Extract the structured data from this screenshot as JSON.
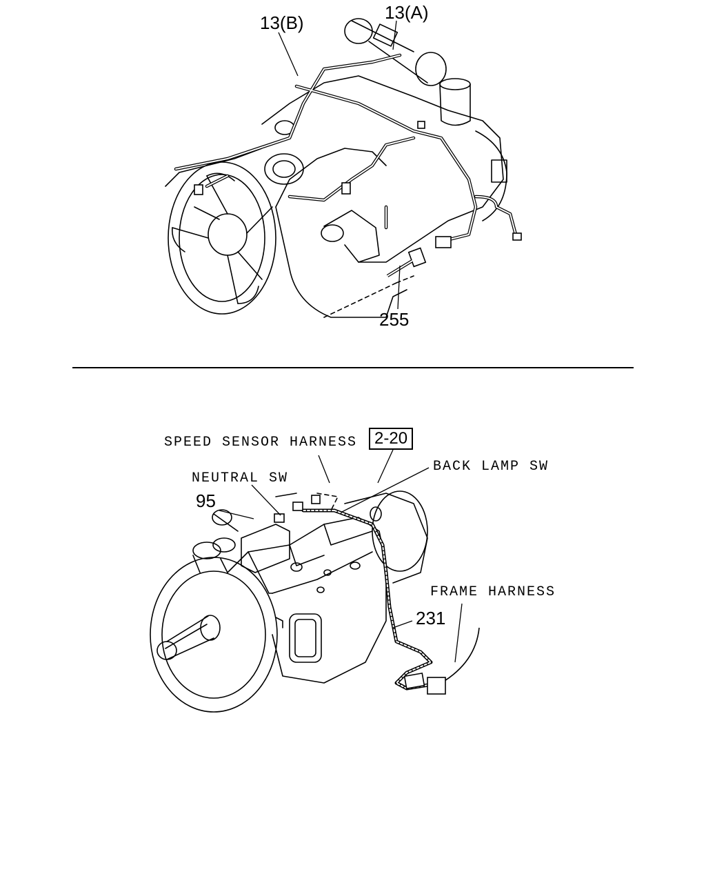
{
  "top_figure": {
    "callouts": {
      "harness_b": "13(B)",
      "harness_a": "13(A)",
      "sensor": "255"
    }
  },
  "bottom_figure": {
    "labels": {
      "speed_sensor_harness": "SPEED SENSOR HARNESS",
      "ref_box": "2-20",
      "back_lamp_sw": "BACK LAMP SW",
      "neutral_sw": "NEUTRAL SW",
      "neutral_part": "95",
      "frame_harness": "FRAME HARNESS",
      "harness_part": "231"
    }
  }
}
